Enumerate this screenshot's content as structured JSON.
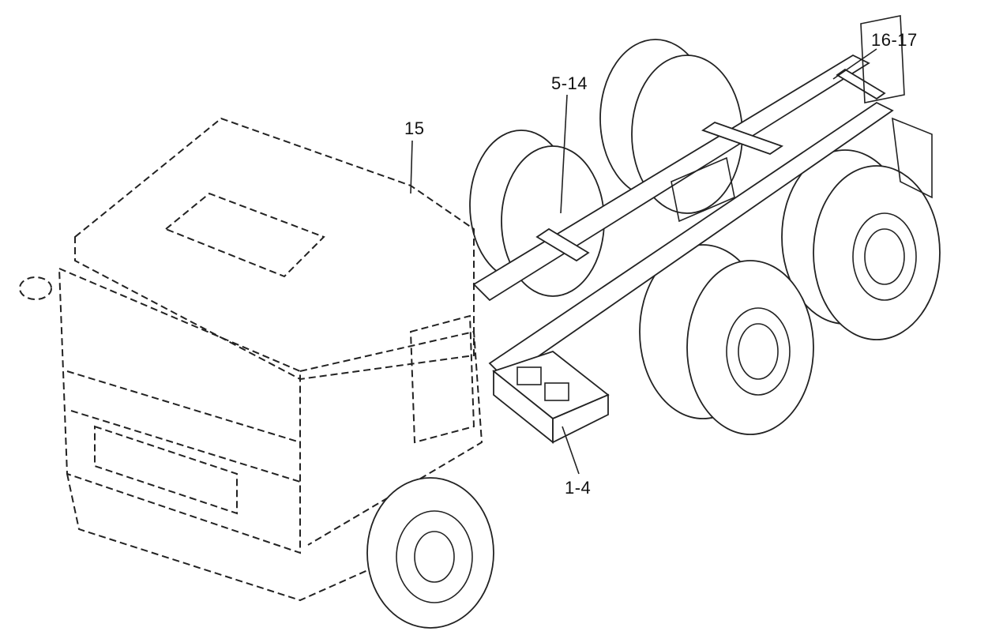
{
  "figure": {
    "callouts": [
      {
        "id": "cab",
        "text": "15"
      },
      {
        "id": "frame",
        "text": "5-14"
      },
      {
        "id": "rear",
        "text": "16-17"
      },
      {
        "id": "battery",
        "text": "1-4"
      }
    ]
  }
}
